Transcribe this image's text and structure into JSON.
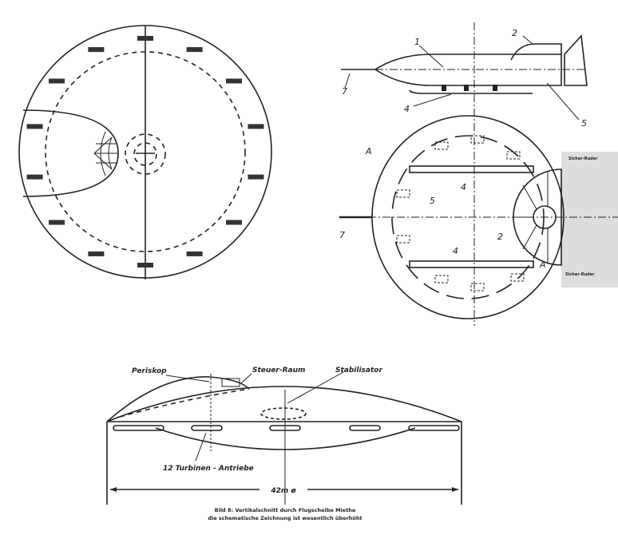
{
  "left_view": {
    "ring_marks": [
      "marker",
      "marker",
      "marker",
      "marker",
      "marker",
      "marker",
      "marker",
      "marker",
      "marker",
      "marker",
      "marker",
      "marker",
      "marker",
      "marker"
    ]
  },
  "right_view": {
    "side_labels": {
      "nose_probe": "7",
      "fuselage": "1",
      "cockpit": "2",
      "skid": "4",
      "tail": "5"
    },
    "plan_labels": {
      "rim": "A",
      "upper_bar": "4",
      "inner_ring": "5",
      "probe": "7",
      "cabin": "2",
      "lower_bar": "4",
      "section": "A"
    },
    "side_notes": {
      "upper": "Sicher-Ruder",
      "lower": "Sicher-Ruder"
    }
  },
  "section_view": {
    "labels": {
      "periscope": "Periskop",
      "control_room": "Steuer-Raum",
      "stabilizer": "Stabilisator",
      "turbines": "12 Turbinen - Antriebe"
    },
    "dimension": "42m ø",
    "caption_line1": "Bild 8: Vertikalschnitt durch Flugscheibe Miethe",
    "caption_line2": "die schematische Zeichnung ist wesentlich überhöht"
  }
}
